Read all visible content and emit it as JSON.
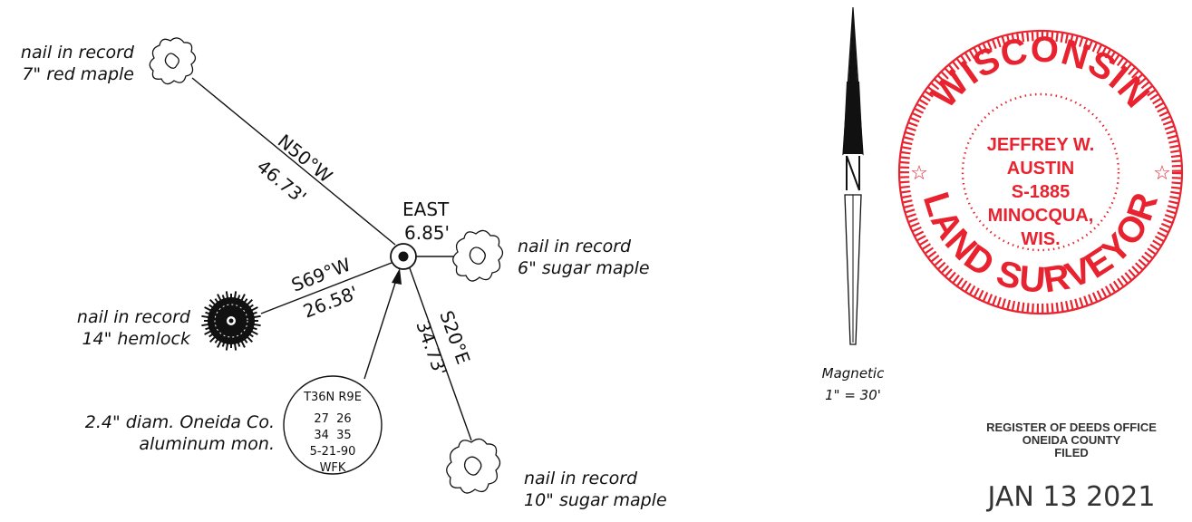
{
  "monument": {
    "direction_label": "EAST",
    "direction_distance": "6.85'",
    "cap_lines": [
      "T36N R9E",
      "27  26",
      "34  35",
      "5-21-90",
      "WFK"
    ],
    "description_lines": [
      "2.4\" diam. Oneida Co.",
      "aluminum mon."
    ]
  },
  "witness_trees": [
    {
      "bearing": "N50°W",
      "distance": "46.73'",
      "label_lines": [
        "nail in record",
        "7\" red maple"
      ]
    },
    {
      "bearing": "S69°W",
      "distance": "26.58'",
      "label_lines": [
        "nail in record",
        "14\" hemlock"
      ]
    },
    {
      "bearing": "S20°E",
      "distance": "34.73'",
      "label_lines": [
        "nail in record",
        "10\" sugar maple"
      ]
    },
    {
      "bearing": "",
      "distance": "",
      "label_lines": [
        "nail in record",
        "6\" sugar maple"
      ]
    }
  ],
  "north_arrow": {
    "label": "Magnetic",
    "scale": "1\" = 30'"
  },
  "seal": {
    "top_text": "WISCONSIN",
    "bottom_text": "LAND SURVEYOR",
    "name_lines": [
      "JEFFREY W.",
      "AUSTIN",
      "S-1885",
      "MINOCQUA,",
      "WIS."
    ],
    "color": "#e8232f"
  },
  "recording_stamp": {
    "lines": [
      "REGISTER OF DEEDS OFFICE",
      "ONEIDA COUNTY",
      "FILED"
    ],
    "date": "JAN 13 2021"
  }
}
